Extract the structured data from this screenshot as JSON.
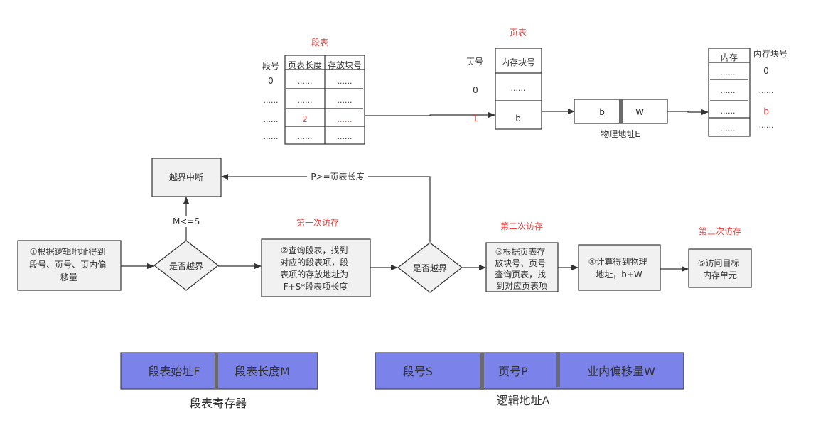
{
  "segment_table": {
    "title": "段表",
    "row_header_label": "段号",
    "columns": [
      "页表长度",
      "存放块号"
    ],
    "row_labels": [
      "0",
      "......",
      "......",
      "......"
    ],
    "rows": [
      [
        "......",
        "......"
      ],
      [
        "......",
        "......"
      ],
      [
        "2",
        "......"
      ],
      [
        "......",
        "......"
      ]
    ],
    "highlight_row": 2
  },
  "page_table": {
    "title": "页表",
    "row_header_label": "页号",
    "column": "内存块号",
    "row_labels": [
      "0",
      "1"
    ],
    "rows": [
      "......",
      "b"
    ],
    "highlight_row": 1
  },
  "physical_address": {
    "fields": [
      "b",
      "W"
    ],
    "label": "物理地址E"
  },
  "memory": {
    "column": "内存",
    "side_label": "内存块号",
    "rows": [
      "......",
      "......",
      "......",
      "......"
    ],
    "row_labels": [
      "0",
      "......",
      "b",
      "......"
    ],
    "highlight_row": 2
  },
  "flow": {
    "step1": "①根据逻辑地址得到段号、页号、页内偏移量",
    "step1_lines": [
      "①根据逻辑地址得到",
      "段号、页号、页内偏",
      "移量"
    ],
    "decision1": "是否越界",
    "interrupt": "越界中断",
    "cond1": "M<=S",
    "step2_lines": [
      "②查询段表，找到",
      "对应的段表项，段",
      "表项的存放地址为",
      "F+S*段表项长度"
    ],
    "decision2": "是否越界",
    "cond2": "P>=页表长度",
    "step3_lines": [
      "③根据页表存",
      "放块号、页号",
      "查询页表，找",
      "到对应页表项"
    ],
    "step4_lines": [
      "④计算得到物理",
      "地址，b+W"
    ],
    "step5_lines": [
      "⑤访问目标",
      "内存单元"
    ],
    "access1": "第一次访存",
    "access2": "第二次访存",
    "access3": "第三次访存"
  },
  "segment_register": {
    "fields": [
      "段表始址F",
      "段表长度M"
    ],
    "label": "段表寄存器"
  },
  "logical_address": {
    "fields": [
      "段号S",
      "页号P",
      "业内偏移量W"
    ],
    "label": "逻辑地址A"
  },
  "colors": {
    "accent_red": "#e8423f",
    "register_fill": "#7b83eb",
    "box_fill": "#f1f1f1",
    "line": "#333333",
    "divider": "#6b6b6b"
  }
}
